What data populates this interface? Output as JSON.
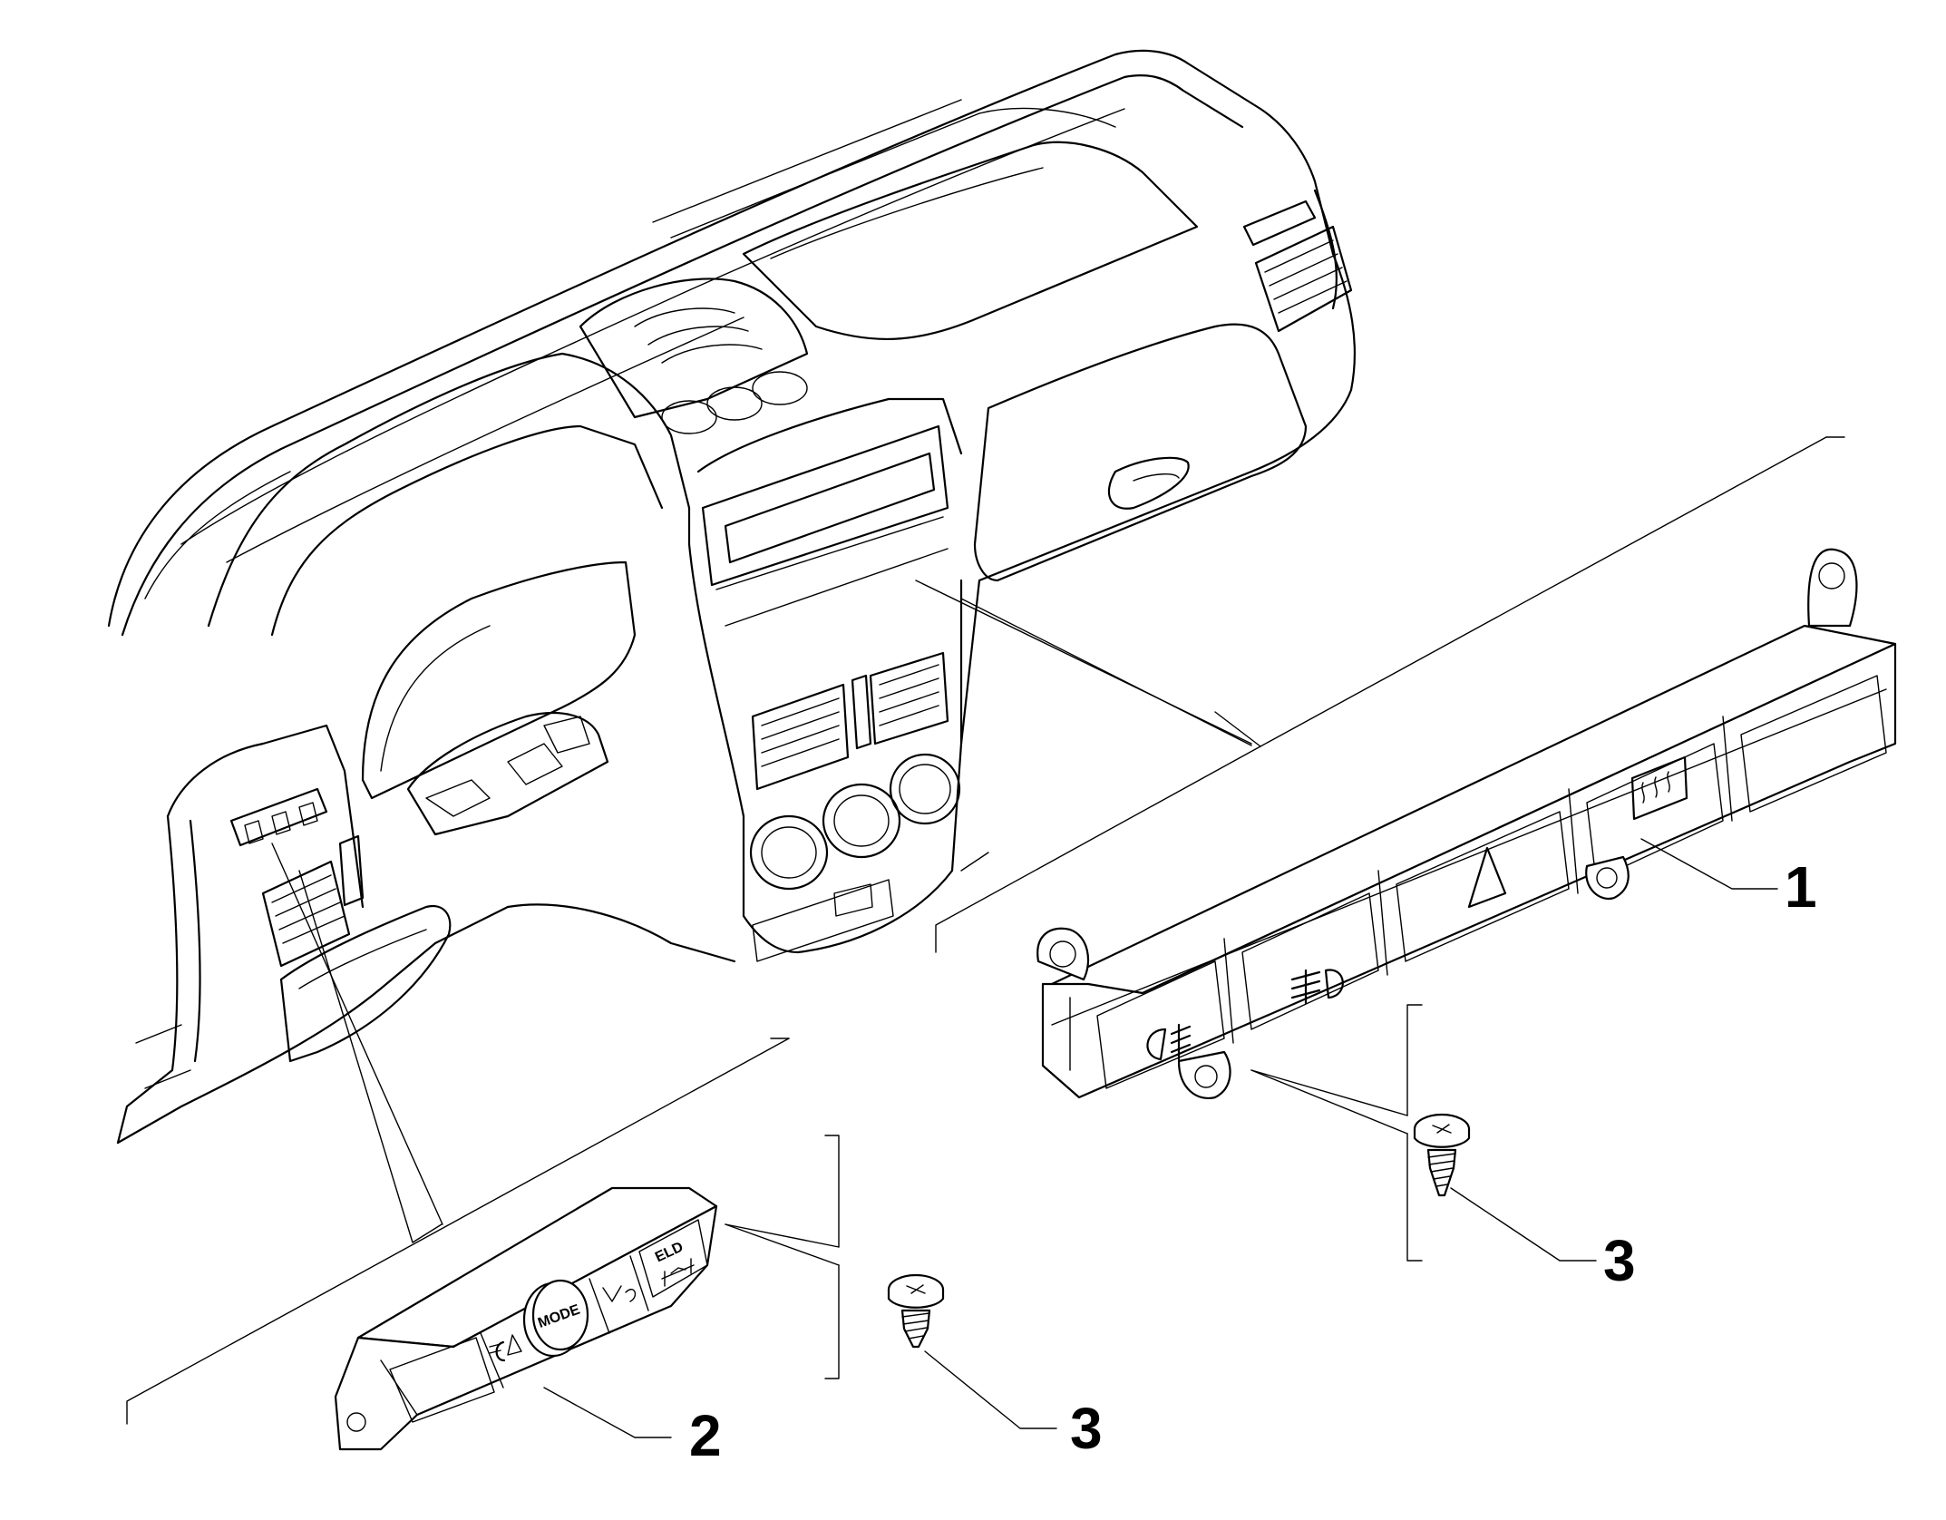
{
  "callouts": {
    "part_1": "1",
    "part_2": "2",
    "part_3_left": "3",
    "part_3_right": "3"
  },
  "button_labels": {
    "mode": "MODE",
    "eld": "ELD"
  },
  "icons": [
    "fog-light-icon",
    "rear-fog-light-icon",
    "hazard-triangle-icon",
    "rear-defrost-icon",
    "headlight-level-icon",
    "traction-control-icon"
  ]
}
